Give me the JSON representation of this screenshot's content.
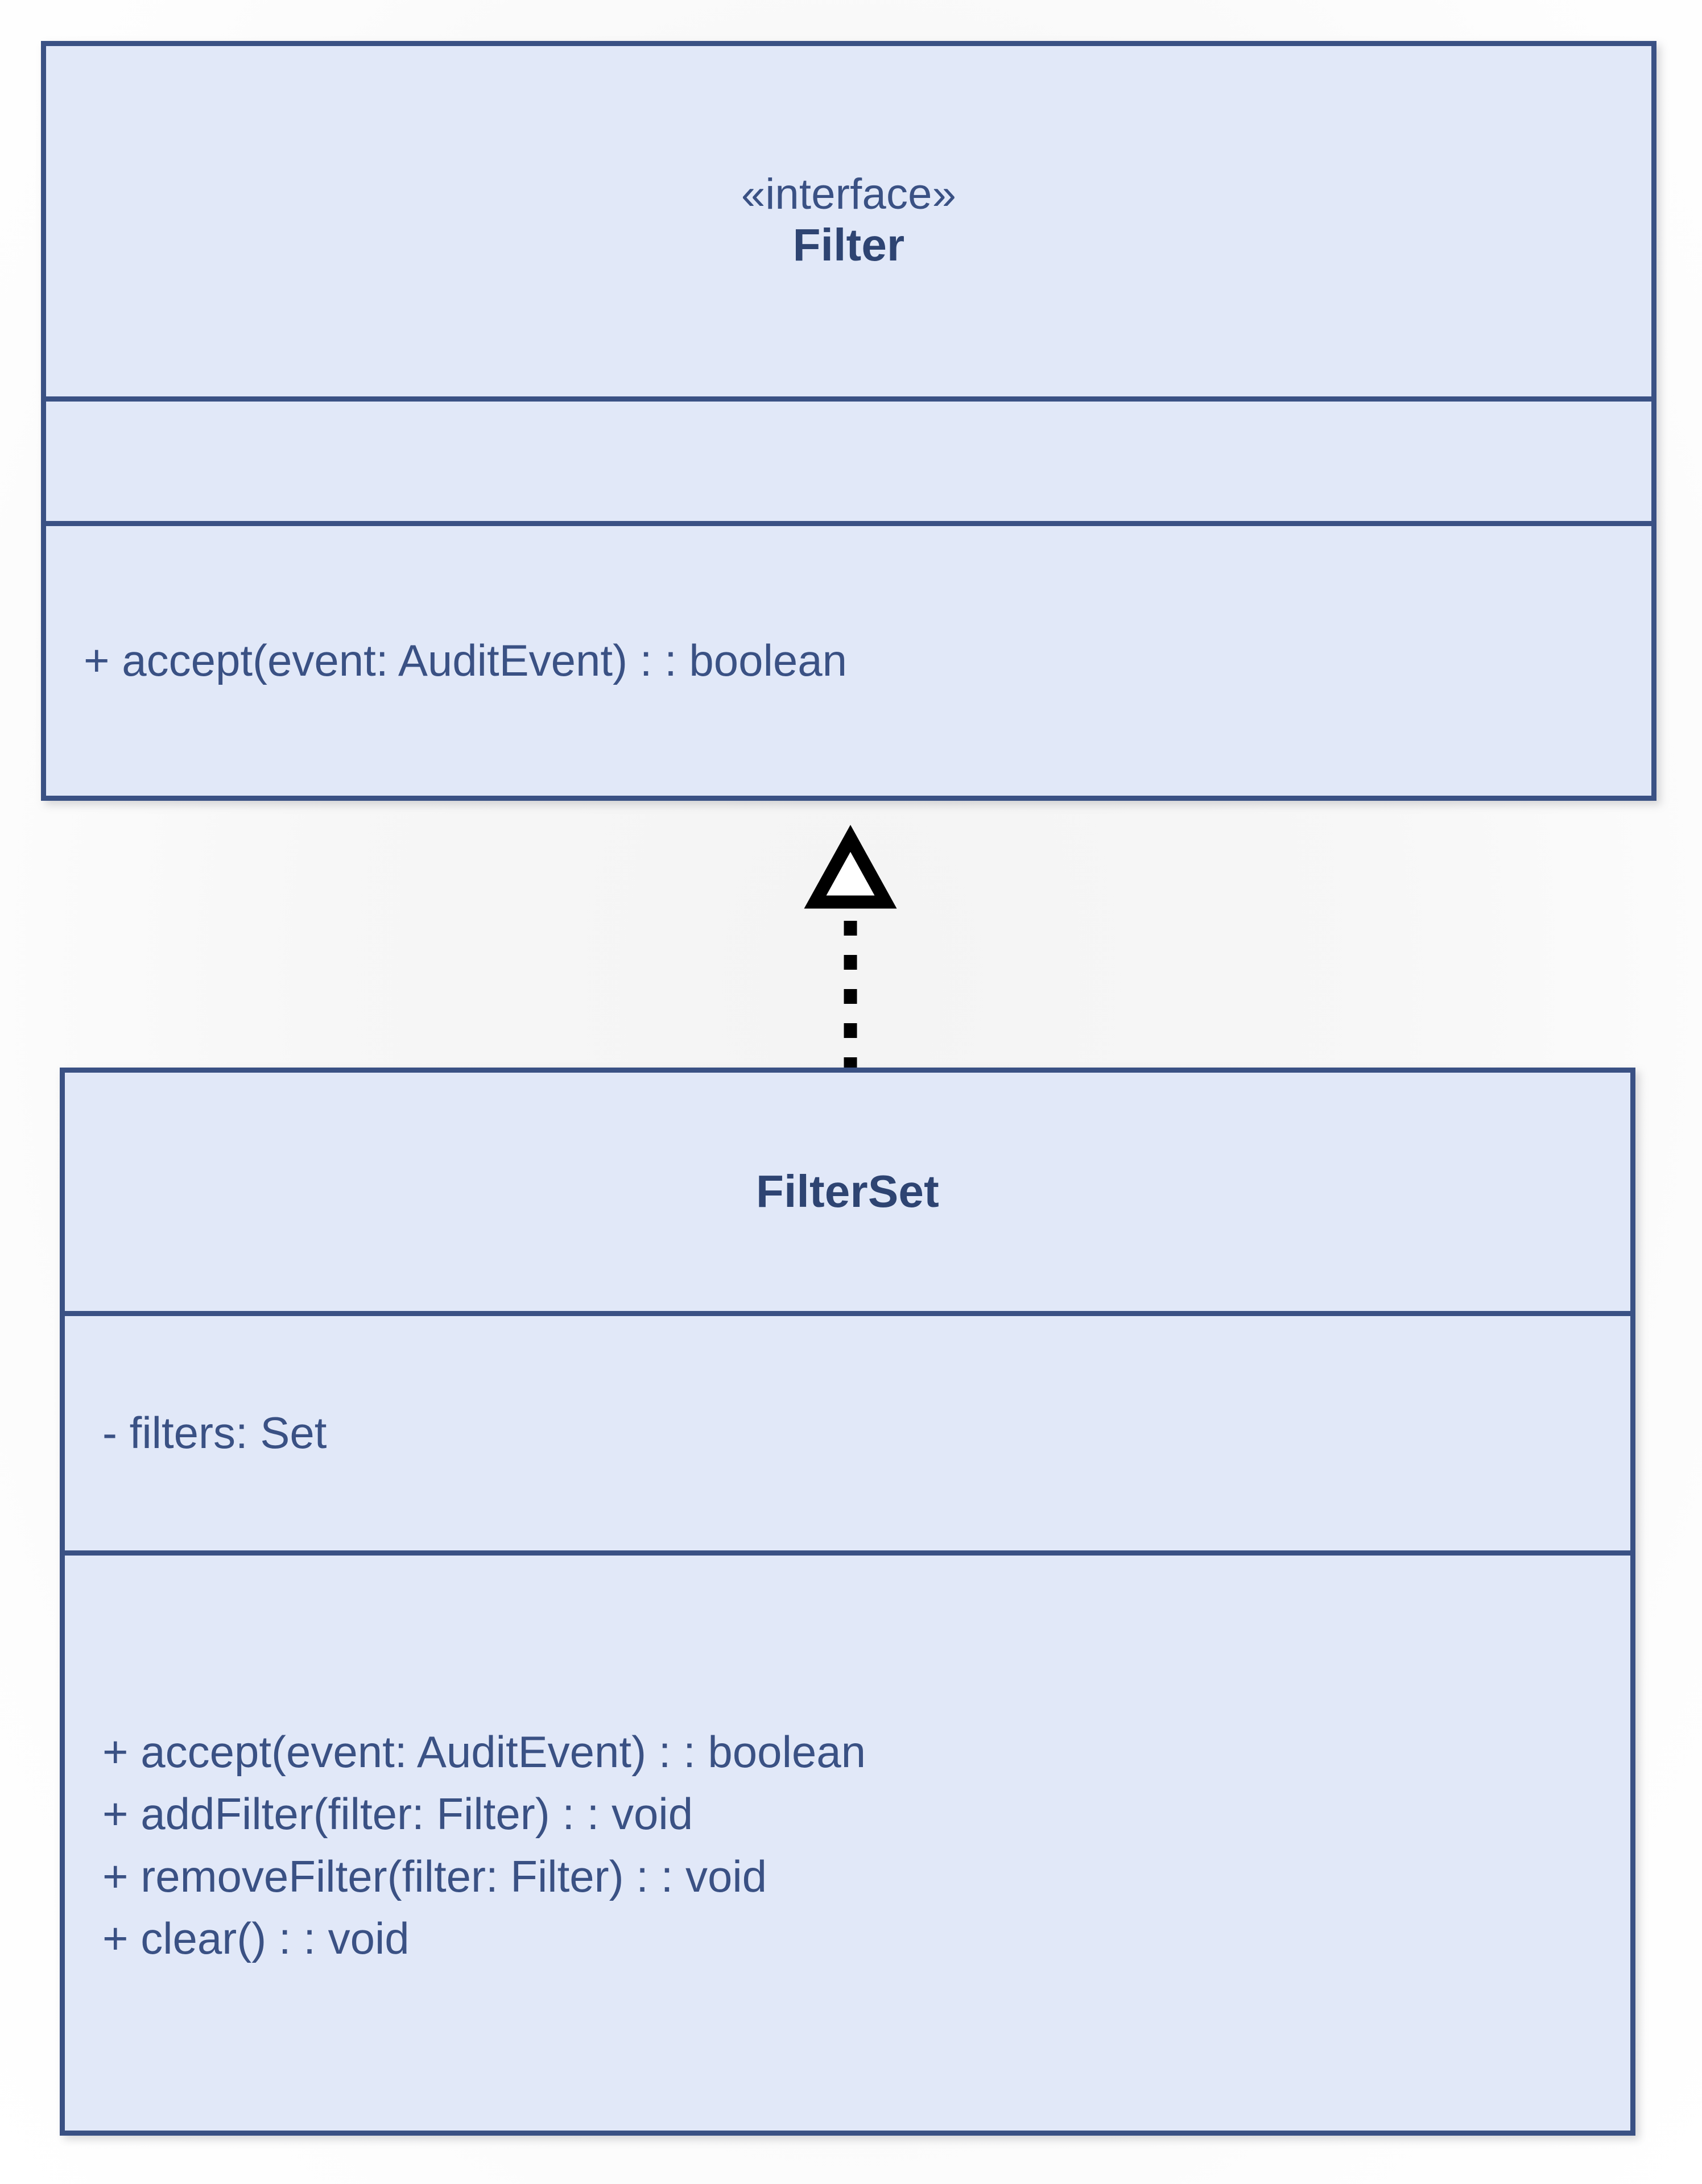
{
  "diagram": {
    "type": "uml-class-diagram",
    "background_color": "#f7f7f7",
    "class_fill_color": "#e1e8f8",
    "class_border_color": "#3a5184",
    "text_color": "#3a5184",
    "connector_color": "#000000"
  },
  "classes": [
    {
      "id": "filter",
      "stereotype": "«interface»",
      "name": "Filter",
      "attributes": [],
      "operations": [
        "+ accept(event: AuditEvent) : : boolean"
      ]
    },
    {
      "id": "filterset",
      "stereotype": "",
      "name": "FilterSet",
      "attributes": [
        "- filters: Set"
      ],
      "operations": [
        "+ accept(event: AuditEvent) : : boolean",
        "+ addFilter(filter: Filter) : : void",
        "+ removeFilter(filter: Filter) : : void",
        "+ clear() : : void"
      ]
    }
  ],
  "relationships": [
    {
      "id": "filterset-realizes-filter",
      "kind": "realization",
      "source": "FilterSet",
      "target": "Filter",
      "line_style": "dotted",
      "arrow_head": "hollow-triangle"
    }
  ]
}
